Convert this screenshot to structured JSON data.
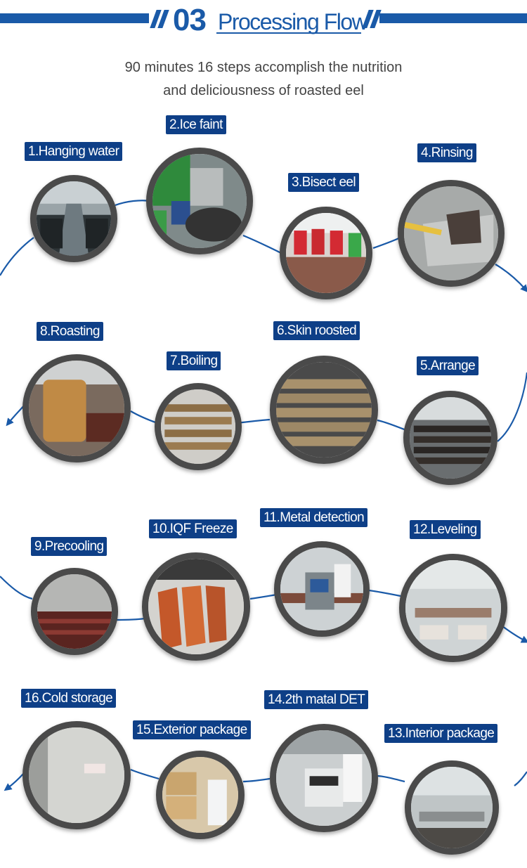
{
  "header": {
    "number": "03",
    "title": "Processing Flow"
  },
  "subtitle": {
    "line1": "90 minutes 16 steps accomplish the nutrition",
    "line2": "and deliciousness of roasted eel"
  },
  "colors": {
    "brand_blue": "#1a5aa8",
    "label_bg": "#0e3f87",
    "ring": "#4a4a4a"
  },
  "steps": [
    {
      "label": "1.Hanging water",
      "image": "hanging-water-photo"
    },
    {
      "label": "2.Ice faint",
      "image": "ice-faint-photo"
    },
    {
      "label": "3.Bisect eel",
      "image": "bisect-eel-photo"
    },
    {
      "label": "4.Rinsing",
      "image": "rinsing-photo"
    },
    {
      "label": "5.Arrange",
      "image": "arrange-photo"
    },
    {
      "label": "6.Skin roosted",
      "image": "skin-roasted-photo"
    },
    {
      "label": "7.Boiling",
      "image": "boiling-photo"
    },
    {
      "label": "8.Roasting",
      "image": "roasting-photo"
    },
    {
      "label": "9.Precooling",
      "image": "precooling-photo"
    },
    {
      "label": "10.IQF Freeze",
      "image": "iqf-freeze-photo"
    },
    {
      "label": "11.Metal detection",
      "image": "metal-detection-photo"
    },
    {
      "label": "12.Leveling",
      "image": "leveling-photo"
    },
    {
      "label": "13.Interior package",
      "image": "interior-package-photo"
    },
    {
      "label": "14.2th matal DET",
      "image": "metal-det-photo"
    },
    {
      "label": "15.Exterior package",
      "image": "exterior-package-photo"
    },
    {
      "label": "16.Cold storage",
      "image": "cold-storage-photo"
    }
  ]
}
